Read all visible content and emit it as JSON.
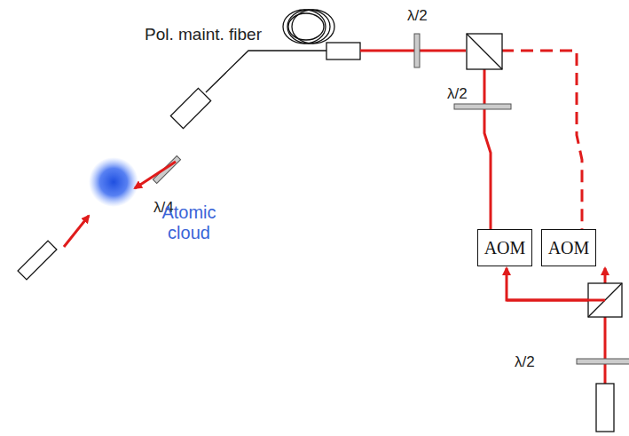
{
  "diagram": {
    "nodes": [
      {
        "text": [
          "AOM"
        ]
      },
      {
        "text": [
          "AOM"
        ]
      }
    ],
    "labels": [
      "Pol. maint. fiber",
      "λ/2",
      "λ/2",
      "λ/4",
      "Atomic cloud",
      "λ/2"
    ]
  }
}
